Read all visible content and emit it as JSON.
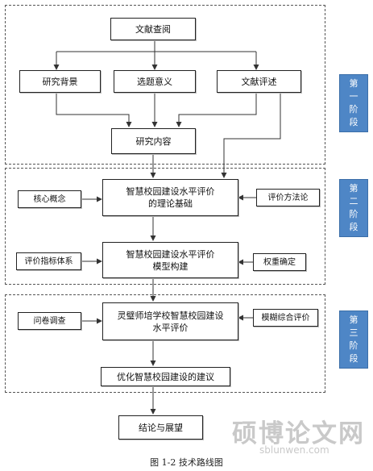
{
  "nodes": {
    "literature_review": "文献查阅",
    "research_background": "研究背景",
    "topic_significance": "选题意义",
    "literature_summary": "文献评述",
    "research_content": "研究内容",
    "theory_basis": "智慧校园建设水平评价\n的理论基础",
    "core_concepts": "核心概念",
    "evaluation_methodology": "评价方法论",
    "model_building": "智慧校园建设水平评价\n模型构建",
    "indicator_system": "评价指标体系",
    "weight_determination": "权重确定",
    "school_evaluation": "灵璧师培学校智慧校园建设\n水平评价",
    "questionnaire": "问卷调查",
    "fuzzy_evaluation": "模糊综合评价",
    "optimization_suggestions": "优化智慧校园建设的建议",
    "conclusion": "结论与展望"
  },
  "stages": {
    "stage1": [
      "第",
      "一",
      "阶",
      "段"
    ],
    "stage2": [
      "第",
      "二",
      "阶",
      "段"
    ],
    "stage3": [
      "第",
      "三",
      "阶",
      "段"
    ]
  },
  "caption": "图 1-2  技术路线图",
  "watermark": {
    "chinese": "硕博论文网",
    "url": "sblunwen.com"
  },
  "colors": {
    "stage_tag": "#4e86c6",
    "line": "#333333",
    "watermark": "#c9c9c9"
  }
}
